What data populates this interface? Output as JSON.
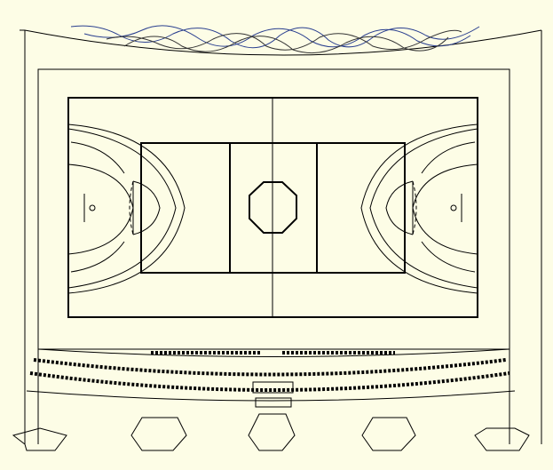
{
  "drawing": {
    "background_color": "#fdfde6",
    "line_color": "#000000",
    "accent_color": "#2a3f8f",
    "elements": [
      "roof-wave-outline",
      "arena-outline",
      "basketball-court",
      "center-circle",
      "three-point-arcs",
      "free-throw-lanes",
      "seating-rows",
      "support-footings"
    ]
  }
}
